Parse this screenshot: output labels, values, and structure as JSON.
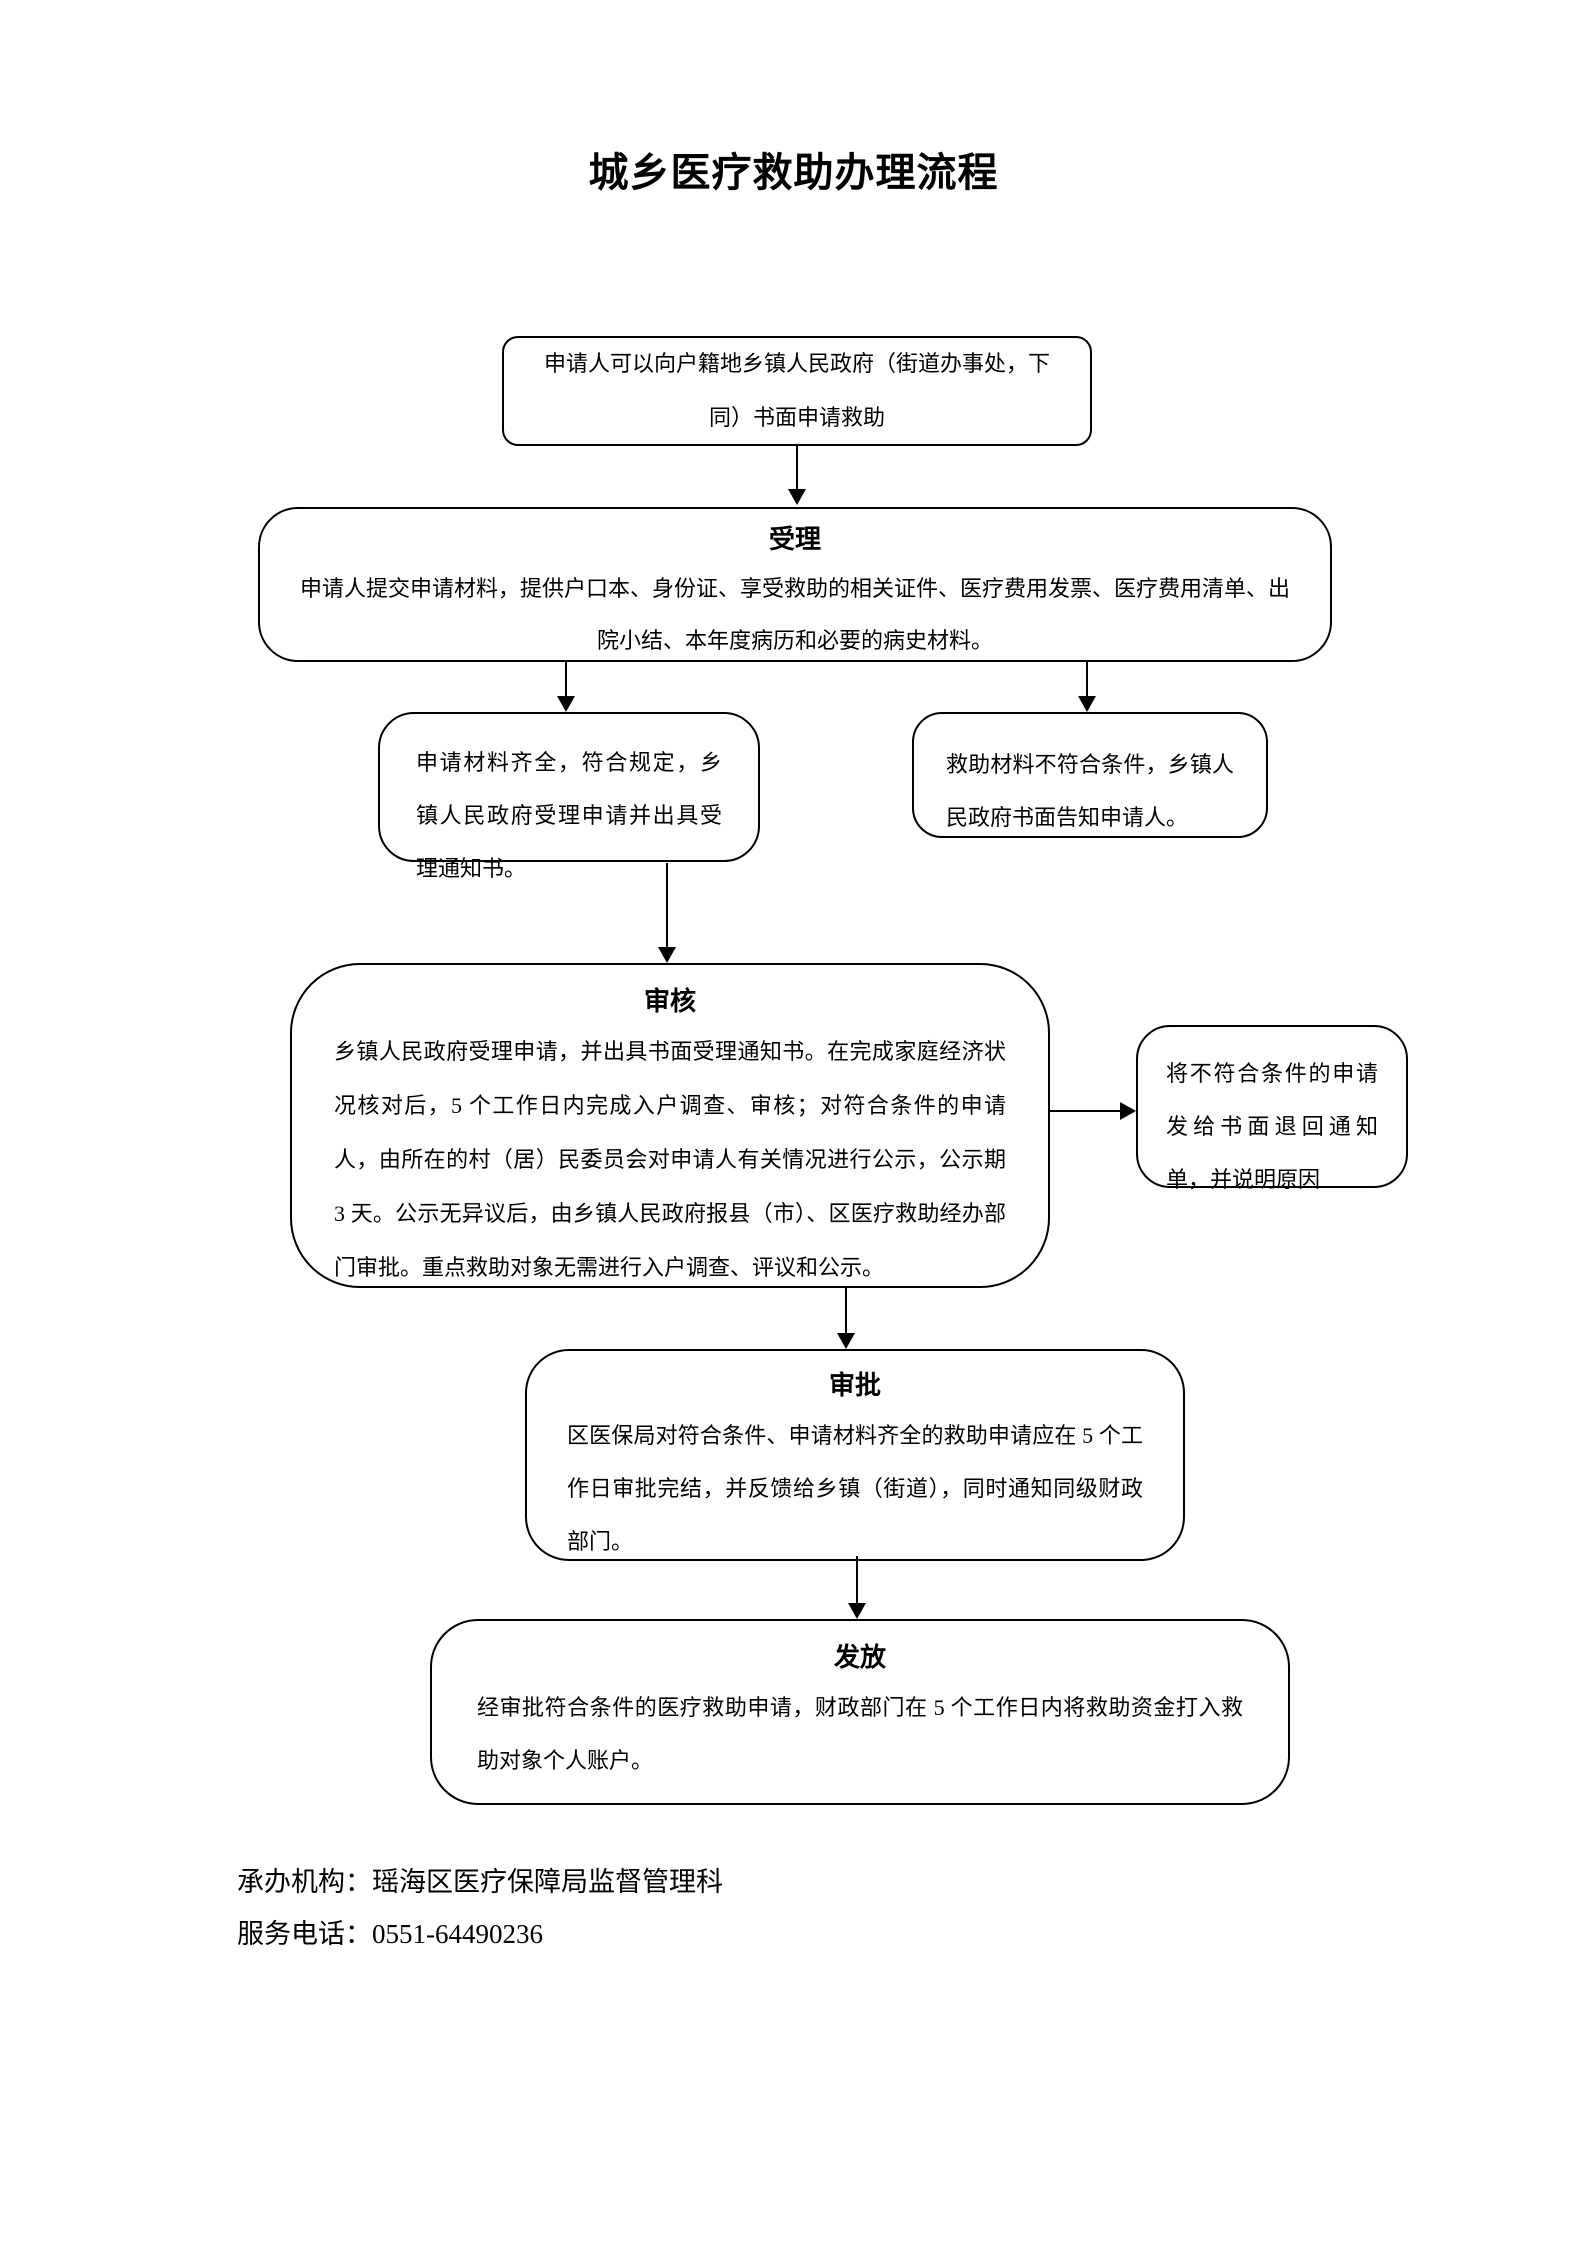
{
  "page": {
    "title": "城乡医疗救助办理流程"
  },
  "nodes": {
    "start": {
      "body": "申请人可以向户籍地乡镇人民政府（街道办事处，下同）书面申请救助"
    },
    "accept": {
      "title": "受理",
      "body": "申请人提交申请材料，提供户口本、身份证、享受救助的相关证件、医疗费用发票、医疗费用清单、出院小结、本年度病历和必要的病史材料。"
    },
    "qualified": {
      "body": "申请材料齐全，符合规定，乡镇人民政府受理申请并出具受理通知书。"
    },
    "unqualified": {
      "body": "救助材料不符合条件，乡镇人民政府书面告知申请人。"
    },
    "review": {
      "title": "审核",
      "body": "乡镇人民政府受理申请，并出具书面受理通知书。在完成家庭经济状况核对后，5 个工作日内完成入户调查、审核；对符合条件的申请人，由所在的村（居）民委员会对申请人有关情况进行公示，公示期 3 天。公示无异议后，由乡镇人民政府报县（市）、区医疗救助经办部门审批。重点救助对象无需进行入户调查、评议和公示。"
    },
    "reject_notice": {
      "body": "将不符合条件的申请发给书面退回通知单，并说明原因"
    },
    "approve": {
      "title": "审批",
      "body": "区医保局对符合条件、申请材料齐全的救助申请应在 5 个工作日审批完结，并反馈给乡镇（街道），同时通知同级财政部门。"
    },
    "disburse": {
      "title": "发放",
      "body": "经审批符合条件的医疗救助申请，财政部门在 5 个工作日内将救助资金打入救助对象个人账户。"
    }
  },
  "footer": {
    "agency": "承办机构：瑶海区医疗保障局监督管理科",
    "phone": "服务电话：0551-64490236"
  }
}
